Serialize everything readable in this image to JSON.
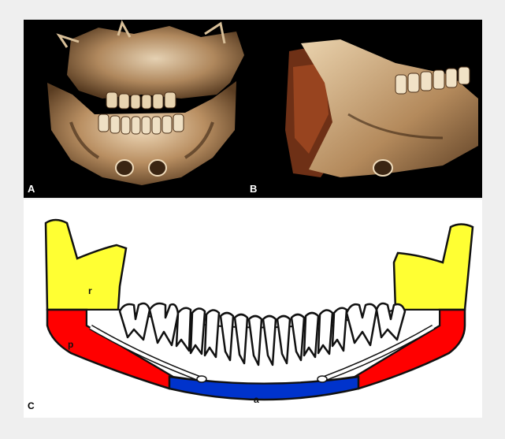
{
  "panels": {
    "a": {
      "label": "A"
    },
    "b": {
      "label": "B"
    },
    "c": {
      "label": "C"
    }
  },
  "regions": {
    "ramus": {
      "label": "r",
      "color": "#ffff33"
    },
    "posterior": {
      "label": "p",
      "color": "#ff0000"
    },
    "anterior": {
      "label": "a",
      "color": "#0033cc"
    }
  },
  "colors": {
    "background": "#efefef",
    "ct_background": "#000000",
    "bone": "#c8a77a",
    "outline": "#111111"
  }
}
